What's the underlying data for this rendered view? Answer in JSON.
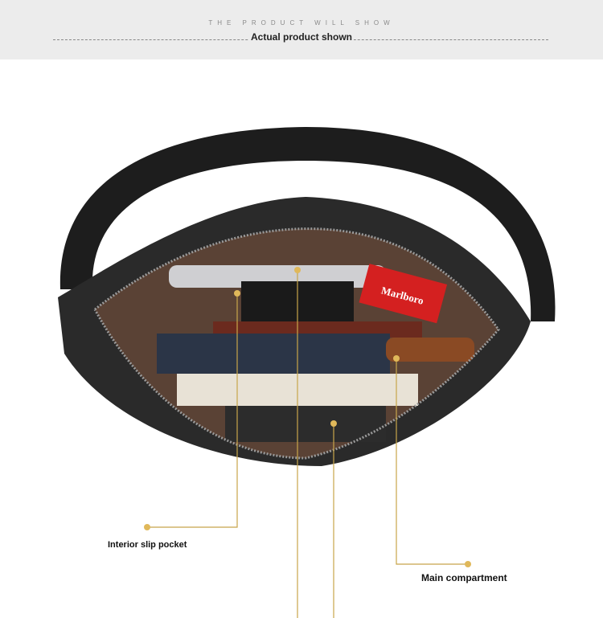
{
  "header": {
    "subtitle": "THE PRODUCT WILL SHOW",
    "title": "Actual product shown"
  },
  "annotations": {
    "interior_slip_pocket": "Interior slip pocket",
    "main_compartment": "Main compartment"
  },
  "product_text": {
    "box_brand": "Marlboro"
  },
  "colors": {
    "accent_line": "#c8a54a",
    "header_bg": "#ececec"
  }
}
